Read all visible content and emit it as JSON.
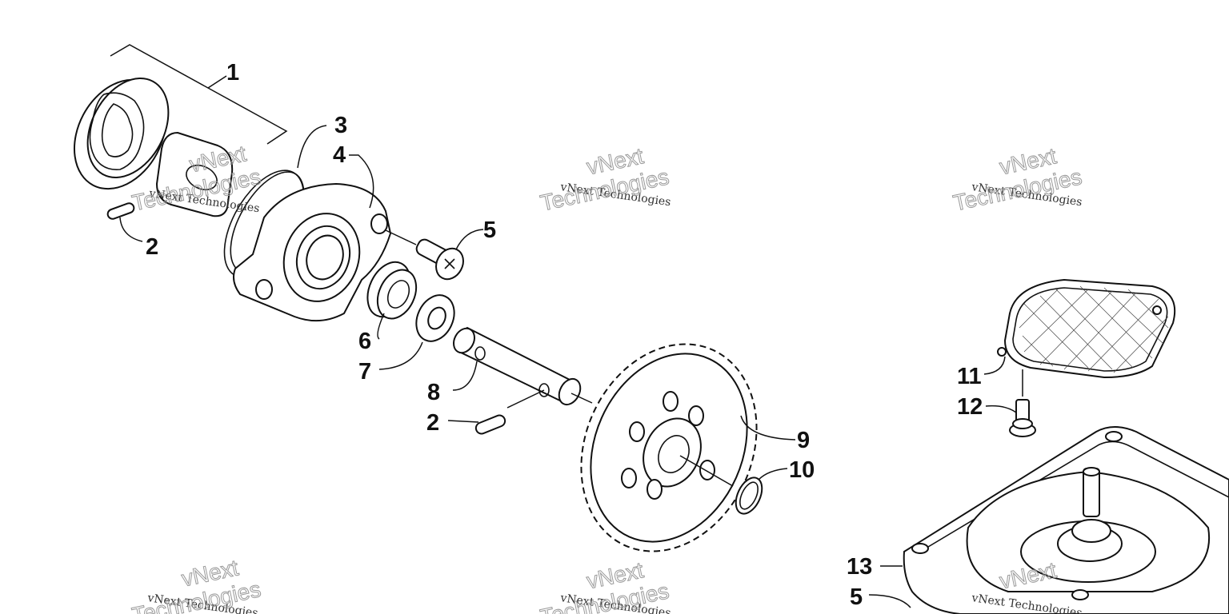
{
  "watermark": {
    "brand": "vNext Technologies",
    "big_line_1": "vNext",
    "big_line_2": "Technologies"
  },
  "callouts": [
    {
      "id": "c1",
      "label": "1"
    },
    {
      "id": "c2a",
      "label": "2"
    },
    {
      "id": "c3",
      "label": "3"
    },
    {
      "id": "c4",
      "label": "4"
    },
    {
      "id": "c5a",
      "label": "5"
    },
    {
      "id": "c6",
      "label": "6"
    },
    {
      "id": "c7",
      "label": "7"
    },
    {
      "id": "c8",
      "label": "8"
    },
    {
      "id": "c2b",
      "label": "2"
    },
    {
      "id": "c9",
      "label": "9"
    },
    {
      "id": "c10",
      "label": "10"
    },
    {
      "id": "c11",
      "label": "11"
    },
    {
      "id": "c12",
      "label": "12"
    },
    {
      "id": "c13",
      "label": "13"
    },
    {
      "id": "c5b",
      "label": "5"
    }
  ]
}
